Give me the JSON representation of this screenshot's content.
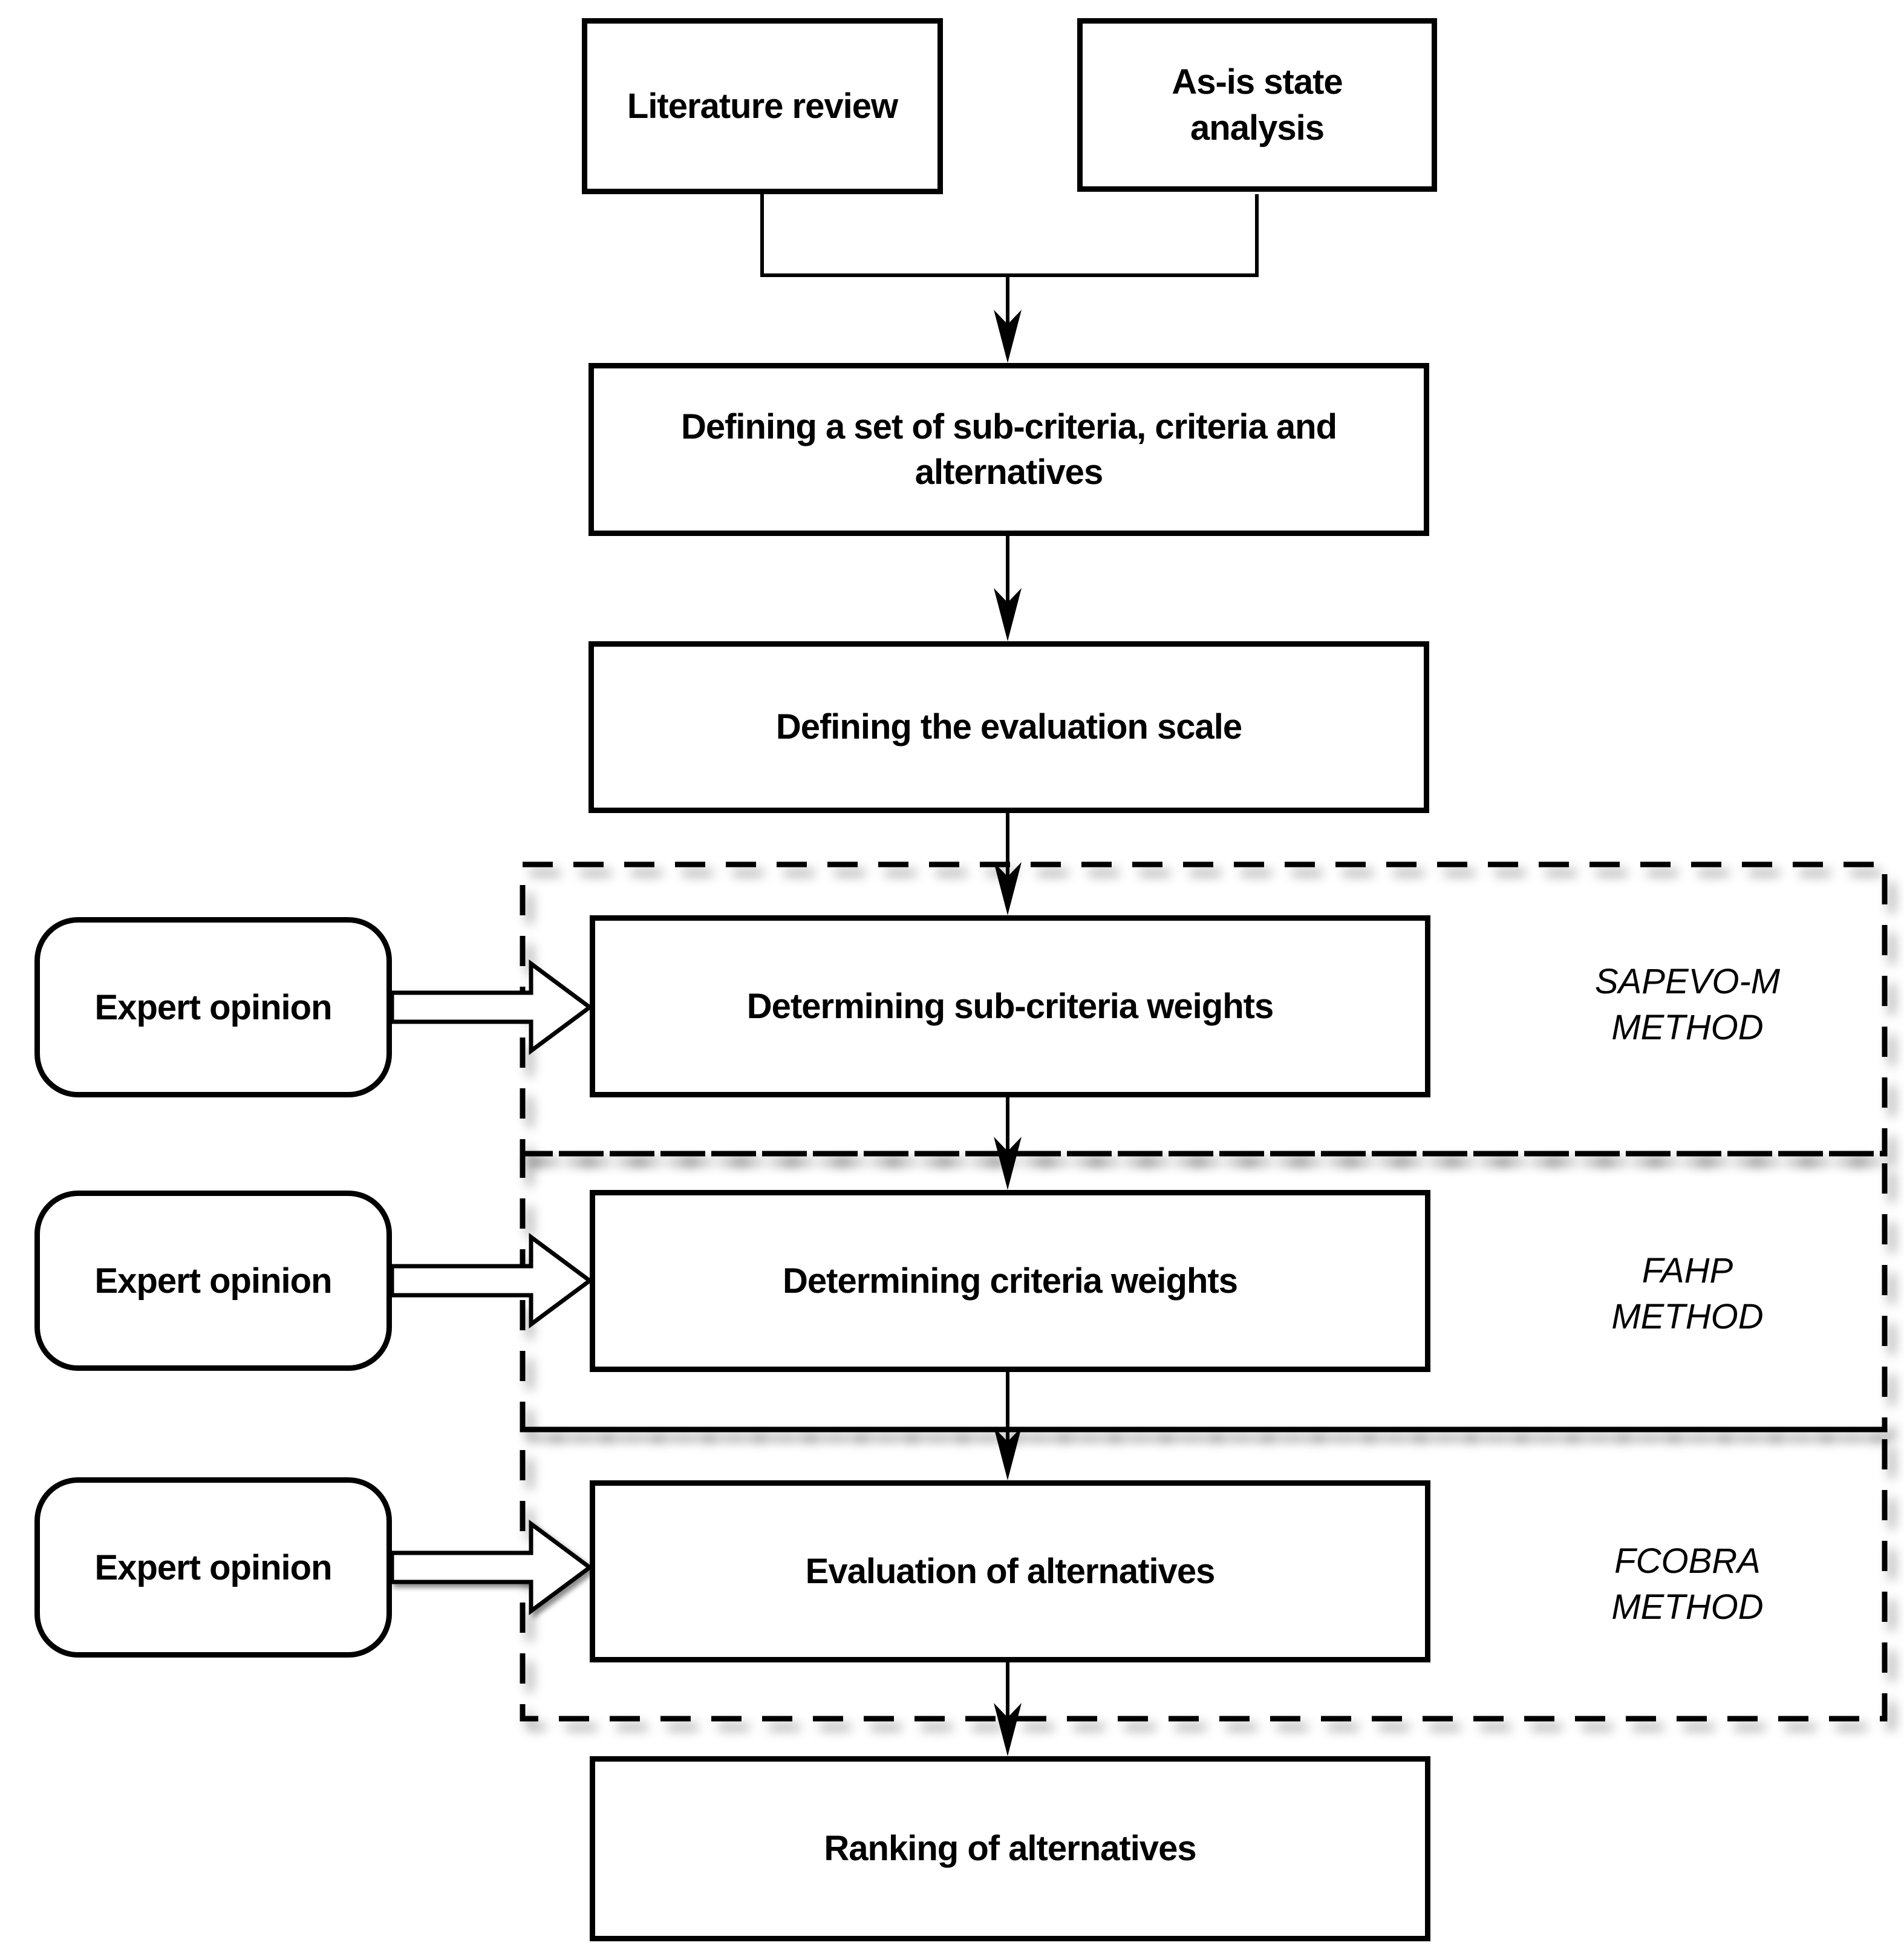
{
  "diagram": {
    "type": "flowchart",
    "colors": {
      "stroke": "#000000",
      "background": "#ffffff",
      "shadow": "rgba(0,0,0,0.4)"
    },
    "nodes": {
      "literature_review": {
        "label": "Literature review"
      },
      "as_is_state": {
        "label": "As-is state analysis"
      },
      "define_set": {
        "label": "Defining a set of sub-criteria, criteria and alternatives"
      },
      "define_scale": {
        "label": "Defining the evaluation scale"
      },
      "sub_criteria_weights": {
        "label": "Determining sub-criteria weights"
      },
      "criteria_weights": {
        "label": "Determining criteria weights"
      },
      "evaluation_alternatives": {
        "label": "Evaluation of alternatives"
      },
      "ranking_alternatives": {
        "label": "Ranking of alternatives"
      }
    },
    "expert_inputs": [
      {
        "label": "Expert opinion"
      },
      {
        "label": "Expert opinion"
      },
      {
        "label": "Expert opinion"
      }
    ],
    "method_labels": [
      {
        "name": "SAPEVO-M",
        "word": "METHOD"
      },
      {
        "name": "FAHP",
        "word": "METHOD"
      },
      {
        "name": "FCOBRA",
        "word": "METHOD"
      }
    ]
  }
}
